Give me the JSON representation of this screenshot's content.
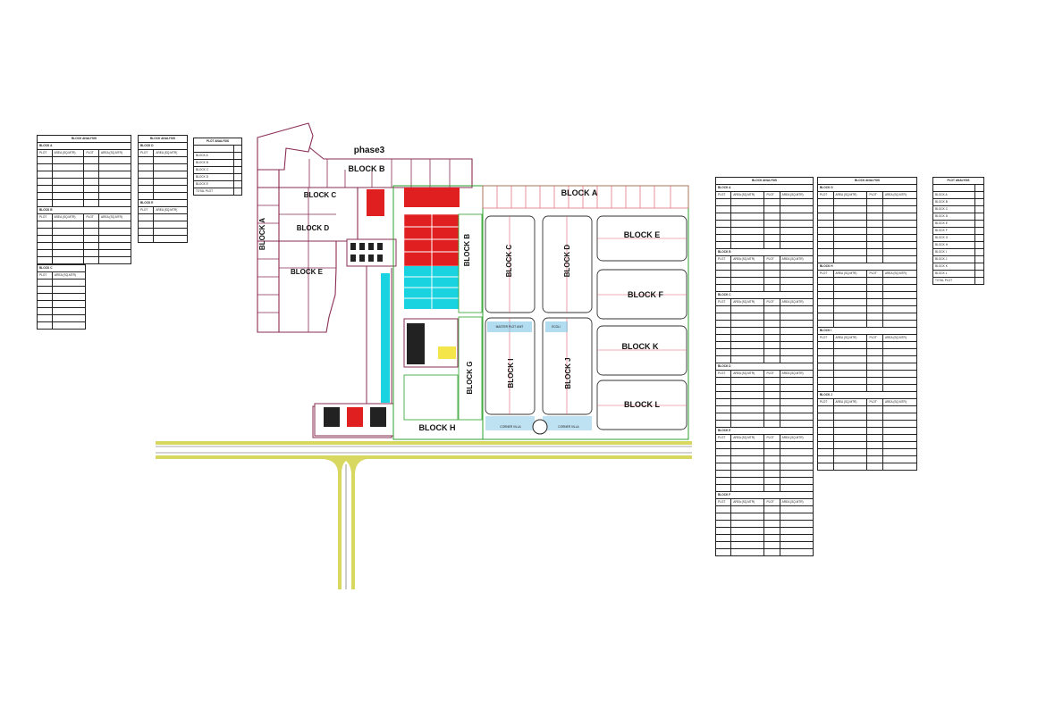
{
  "sheet_title": "phase3",
  "blocks": {
    "A": "BLOCK A",
    "B": "BLOCK B",
    "C": "BLOCK C",
    "D": "BLOCK D",
    "E": "BLOCK E",
    "F": "BLOCK F",
    "G": "BLOCK G",
    "H": "BLOCK H",
    "I": "BLOCK I",
    "J": "BLOCK J",
    "K": "BLOCK K",
    "L": "BLOCK L"
  },
  "labels": {
    "corner_villa": "CORNER VILLA",
    "ecoli": "ECOLI",
    "master_plot_unit": "MASTER PLOT UNIT"
  },
  "left_tables": {
    "block_analysis_title": "BLOCK ANALYSIS",
    "plot_analysis_title": "PLOT ANALYSIS",
    "col_plot": "PLOT",
    "col_area": "AREA (SQ.MTR)",
    "block_a_heading": "BLOCK A",
    "block_b_heading": "BLOCK B",
    "block_c_heading": "BLOCK C",
    "block_d_heading": "BLOCK D",
    "block_e_heading": "BLOCK E",
    "total_label": "TOTAL PLOT"
  },
  "right_tables": {
    "block_analysis_title": "BLOCK ANALYSIS",
    "plot_analysis_title": "PLOT ANALYSIS",
    "col_plot": "PLOT",
    "col_area": "AREA (SQ.MTR)",
    "total_label": "TOTAL PLOT"
  },
  "colors": {
    "road": "#d8d860",
    "boundary": "#8a2c54",
    "green_line": "#2ca02c",
    "plot_line": "#e06070",
    "cyan": "#19d3e0",
    "red": "#e02020",
    "amenity": "#7fc6e6",
    "plinth": "#f4e64a"
  }
}
